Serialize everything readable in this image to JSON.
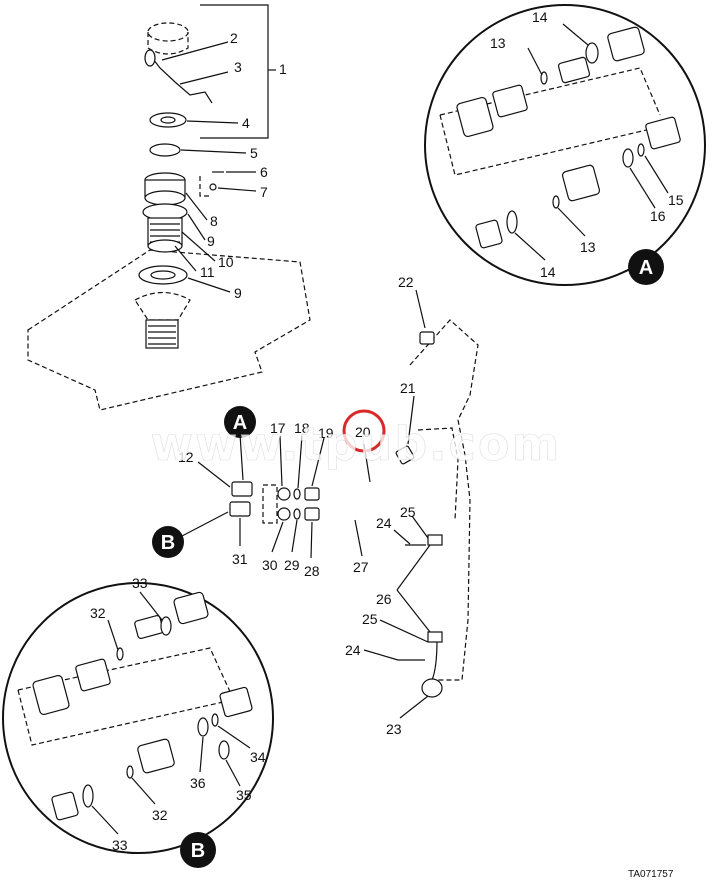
{
  "callouts": {
    "top_left_assembly": [
      "1",
      "2",
      "3",
      "4",
      "5",
      "6",
      "7",
      "8",
      "9",
      "10",
      "11",
      "9"
    ],
    "detail_a": [
      "14",
      "13",
      "15",
      "16",
      "13",
      "14"
    ],
    "main": [
      "22",
      "21",
      "17",
      "18",
      "19",
      "20",
      "12",
      "31",
      "30",
      "29",
      "28",
      "27",
      "24",
      "25",
      "26",
      "25",
      "24",
      "23"
    ],
    "detail_b": [
      "33",
      "32",
      "34",
      "36",
      "35",
      "32",
      "33"
    ]
  },
  "detail_labels": {
    "a": "A",
    "b": "B",
    "main_a": "A",
    "main_b": "B"
  },
  "watermark": "www.tpub.com",
  "figure_reference": "TA071757",
  "highlight": {
    "target_part": "20",
    "color": "#d8282a"
  }
}
